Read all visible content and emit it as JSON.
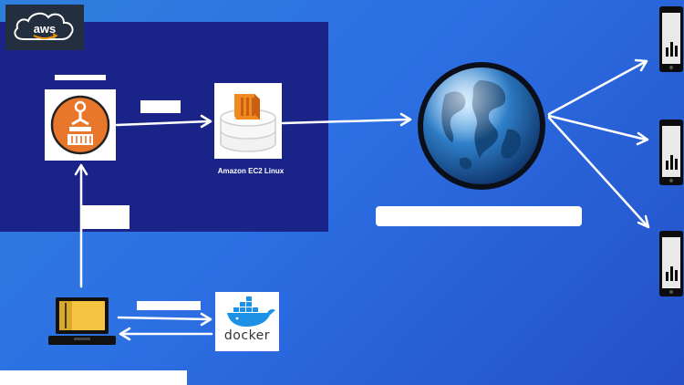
{
  "logo": {
    "text": "aws"
  },
  "nodes": {
    "ec2_label": "Amazon EC2 Linux",
    "docker_label": "docker"
  },
  "colors": {
    "background": "#2c6fe3",
    "panel": "#1a2388",
    "ecs_orange": "#e8762b",
    "ec2_orange": "#f08a1e",
    "docker_blue": "#1d91e6",
    "laptop_yellow": "#f5c542",
    "dark": "#111111"
  },
  "icons": {
    "logo": "aws-logo-icon",
    "ecs": "container-service-icon",
    "ec2": "ec2-instance-icon",
    "docker": "docker-whale-icon",
    "globe": "globe-icon",
    "laptop": "laptop-icon",
    "phone": "smartphone-icon"
  }
}
